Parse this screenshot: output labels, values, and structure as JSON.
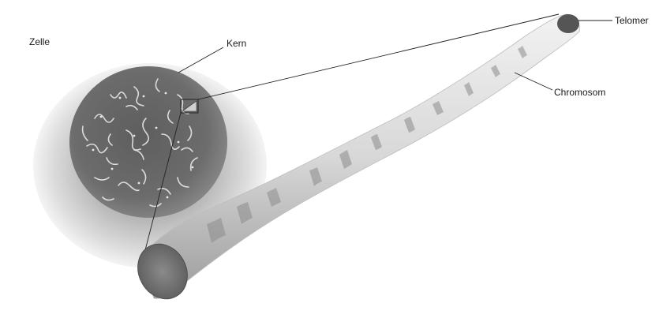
{
  "labels": {
    "cell": "Zelle",
    "nucleus": "Kern",
    "chromosome": "Chromosom",
    "telomere": "Telomer"
  }
}
